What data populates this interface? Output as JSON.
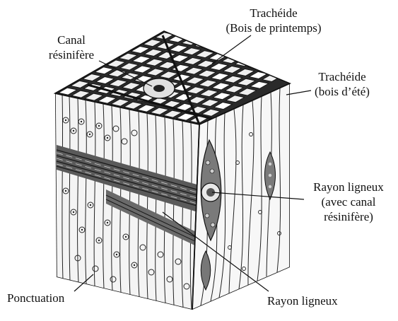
{
  "labels": {
    "canal": [
      "Canal",
      "résinifère"
    ],
    "tracheide_printemps": [
      "Trachéide",
      "(Bois de printemps)"
    ],
    "tracheide_ete": [
      "Trachéide",
      "(bois d’été)"
    ],
    "rayon_canal": [
      "Rayon ligneux",
      "(avec canal",
      "résinifère)"
    ],
    "ponctuation": "Ponctuation",
    "rayon": "Rayon ligneux"
  }
}
